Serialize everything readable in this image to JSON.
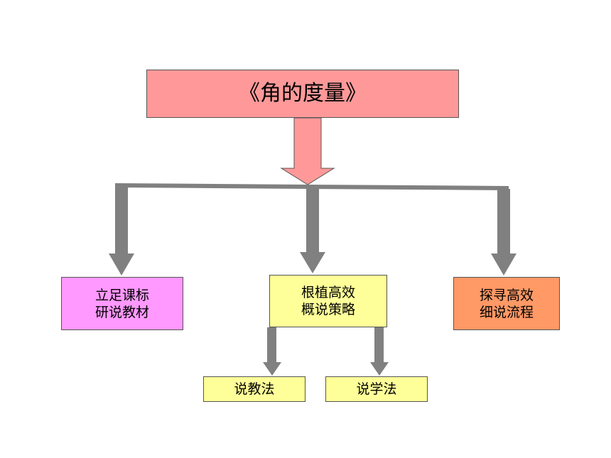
{
  "title": "《角的度量》",
  "branches": [
    {
      "lines": [
        "立足课标",
        "研说教材"
      ],
      "color": "#ff99ff"
    },
    {
      "lines": [
        "根植高效",
        "概说策略"
      ],
      "color": "#ffff99"
    },
    {
      "lines": [
        "探寻高效",
        "细说流程"
      ],
      "color": "#ff9966"
    }
  ],
  "sub_branches": [
    {
      "label": "说教法",
      "color": "#ffff99"
    },
    {
      "label": "说学法",
      "color": "#ffff99"
    }
  ],
  "colors": {
    "title_fill": "#ff9999",
    "main_arrow": "#ff9999",
    "connector": "#808080",
    "border": "#555555"
  }
}
